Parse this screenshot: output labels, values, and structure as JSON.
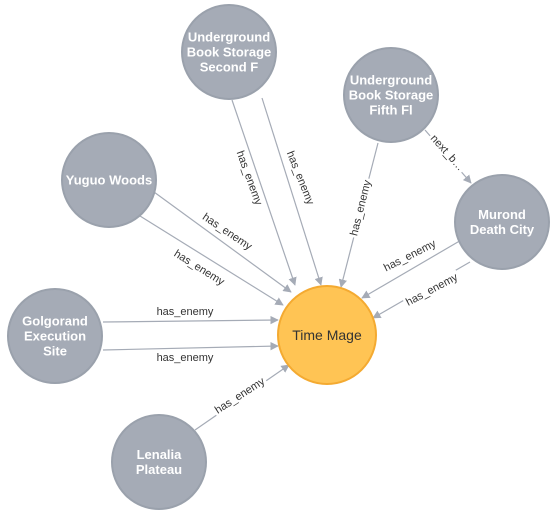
{
  "colors": {
    "node_fill": "#a5abb6",
    "node_stroke": "#9aa1ac",
    "focus_fill": "#ffc454",
    "focus_stroke": "#f4aa31",
    "edge": "#a5abb6",
    "label_text": "#333333"
  },
  "nodes": [
    {
      "id": "usb2",
      "lines": [
        "Underground",
        "Book Storage",
        "Second F"
      ]
    },
    {
      "id": "usb5",
      "lines": [
        "Underground",
        "Book Storage",
        "Fifth Fl"
      ]
    },
    {
      "id": "yuguo",
      "lines": [
        "Yuguo Woods"
      ]
    },
    {
      "id": "murond",
      "lines": [
        "Murond",
        "Death City"
      ]
    },
    {
      "id": "golgorand",
      "lines": [
        "Golgorand",
        "Execution",
        "Site"
      ]
    },
    {
      "id": "lenalia",
      "lines": [
        "Lenalia",
        "Plateau"
      ]
    },
    {
      "id": "timemage",
      "lines": [
        "Time Mage"
      ],
      "focus": true
    }
  ],
  "edges": [
    {
      "id": "e1",
      "label": "has_enemy"
    },
    {
      "id": "e2",
      "label": "has_enemy"
    },
    {
      "id": "e3",
      "label": "has_enemy"
    },
    {
      "id": "e4",
      "label": "has_enemy"
    },
    {
      "id": "e5",
      "label": "has_enemy"
    },
    {
      "id": "e6",
      "label": "has_enemy"
    },
    {
      "id": "e7",
      "label": "has_enemy"
    },
    {
      "id": "e8",
      "label": "has_enemy"
    },
    {
      "id": "e9",
      "label": "has_enemy"
    },
    {
      "id": "e10",
      "label": "has_enemy"
    },
    {
      "id": "e11",
      "label": "next_b…"
    }
  ]
}
